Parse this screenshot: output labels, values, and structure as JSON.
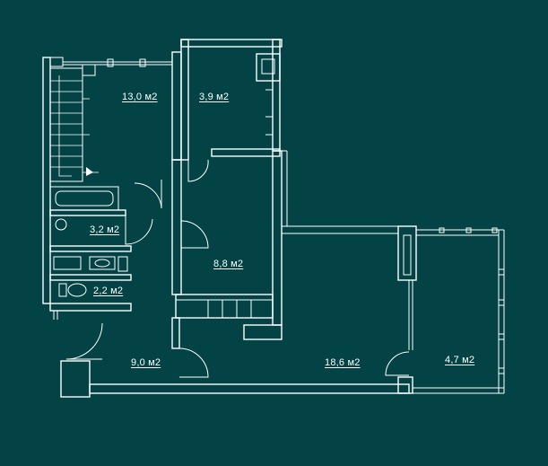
{
  "plan": {
    "wall_color": "#ffffff",
    "background_color": "#034345",
    "rooms": [
      {
        "id": "room-13",
        "label": "13,0 м2"
      },
      {
        "id": "room-3-9",
        "label": "3,9 м2"
      },
      {
        "id": "room-3-2",
        "label": "3,2 м2"
      },
      {
        "id": "room-8-8",
        "label": "8,8 м2"
      },
      {
        "id": "room-2-2",
        "label": "2,2 м2"
      },
      {
        "id": "room-9-0",
        "label": "9,0 м2"
      },
      {
        "id": "room-18-6",
        "label": "18,6 м2"
      },
      {
        "id": "room-4-7",
        "label": "4,7 м2"
      }
    ]
  }
}
